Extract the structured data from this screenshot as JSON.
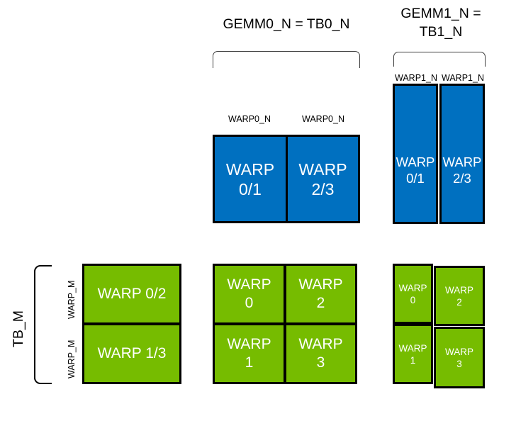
{
  "diagram": {
    "title": "GEMM warp tiling layout",
    "colors": {
      "blue": "#0070C0",
      "green": "#76BC00",
      "outline": "#000000",
      "bracket": "#3F3F3F",
      "text_on_block": "#FFFFFF",
      "text": "#000000",
      "background": "#FFFFFF"
    },
    "headings": {
      "gemm0": "GEMM0_N = TB0_N",
      "gemm1": "GEMM1_N =\nTB1_N"
    },
    "axis_labels": {
      "tb_m": "TB_M",
      "warp_m_top": "WARP_M",
      "warp_m_bottom": "WARP_M"
    },
    "groups": [
      {
        "id": "gemm0-blue",
        "color_name": "blue",
        "column_labels": [
          "WARP0_N",
          "WARP0_N"
        ],
        "cells": [
          {
            "id": "b0",
            "label": "WARP\n0/1"
          },
          {
            "id": "b1",
            "label": "WARP\n2/3"
          }
        ]
      },
      {
        "id": "gemm1-blue",
        "color_name": "blue",
        "column_labels": [
          "WARP1_N",
          "WARP1_N"
        ],
        "cells": [
          {
            "id": "b2",
            "label": "WARP\n0/1"
          },
          {
            "id": "b3",
            "label": "WARP\n2/3"
          }
        ]
      },
      {
        "id": "left-green",
        "color_name": "green",
        "column_labels": [],
        "cells": [
          {
            "id": "g-left-top",
            "label": "WARP 0/2"
          },
          {
            "id": "g-left-bottom",
            "label": "WARP 1/3"
          }
        ]
      },
      {
        "id": "middle-green",
        "color_name": "green",
        "column_labels": [],
        "cells": [
          {
            "id": "g-mid-0",
            "label": "WARP\n0"
          },
          {
            "id": "g-mid-2",
            "label": "WARP\n2"
          },
          {
            "id": "g-mid-1",
            "label": "WARP\n1"
          },
          {
            "id": "g-mid-3",
            "label": "WARP\n3"
          }
        ]
      },
      {
        "id": "right-green",
        "color_name": "green",
        "column_labels": [],
        "cells": [
          {
            "id": "g-right-0",
            "label": "WARP\n0"
          },
          {
            "id": "g-right-2",
            "label": "WARP\n2"
          },
          {
            "id": "g-right-1",
            "label": "WARP\n1"
          },
          {
            "id": "g-right-3",
            "label": "WARP\n3"
          }
        ]
      }
    ]
  }
}
